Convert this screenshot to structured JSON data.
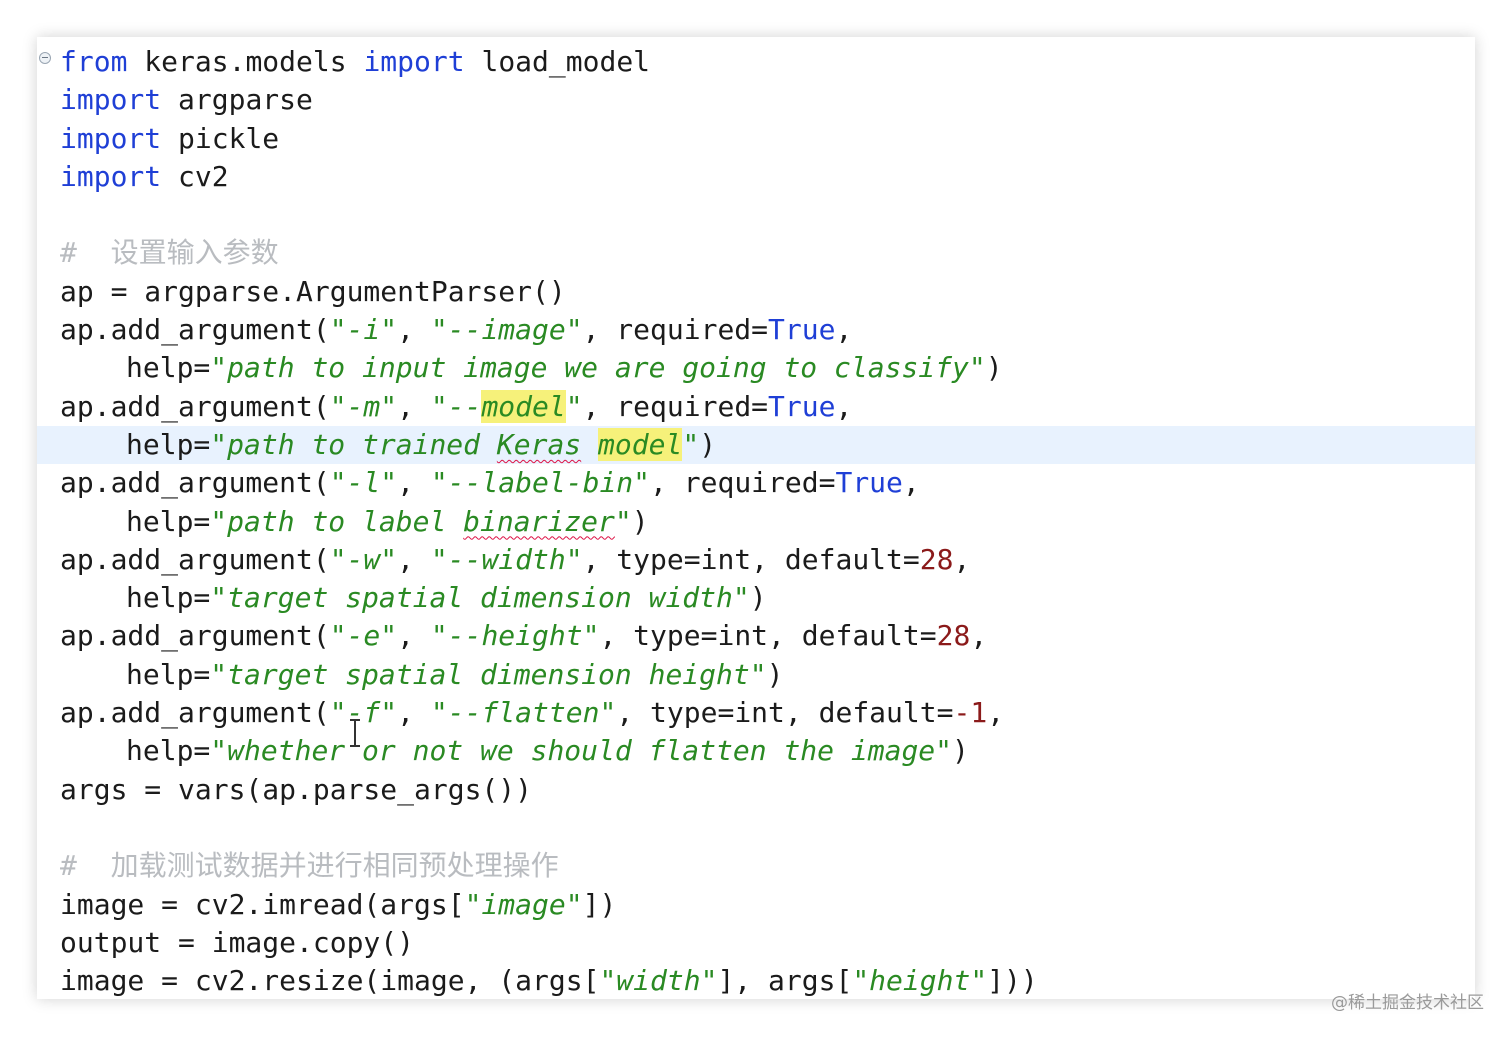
{
  "editor": {
    "language": "python",
    "current_line_index": 10,
    "lines": [
      [
        [
          "kw",
          "from"
        ],
        [
          "t",
          " keras.models "
        ],
        [
          "kw",
          "import"
        ],
        [
          "t",
          " load_model"
        ]
      ],
      [
        [
          "kw",
          "import"
        ],
        [
          "t",
          " argparse"
        ]
      ],
      [
        [
          "kw",
          "import"
        ],
        [
          "t",
          " pickle"
        ]
      ],
      [
        [
          "kw",
          "import"
        ],
        [
          "t",
          " cv2"
        ]
      ],
      [],
      [
        [
          "cmt",
          "#  设置输入参数"
        ]
      ],
      [
        [
          "t",
          "ap = argparse.ArgumentParser()"
        ]
      ],
      [
        [
          "t",
          "ap.add_argument("
        ],
        [
          "str",
          "\"-i\""
        ],
        [
          "t",
          ", "
        ],
        [
          "str",
          "\"--image\""
        ],
        [
          "t",
          ", required="
        ],
        [
          "bool",
          "True"
        ],
        [
          "t",
          ","
        ]
      ],
      [
        [
          "ind",
          ""
        ],
        [
          "t",
          "help="
        ],
        [
          "str",
          "\"path to input image we are going to classify\""
        ],
        [
          "t",
          ")"
        ]
      ],
      [
        [
          "t",
          "ap.add_argument("
        ],
        [
          "str",
          "\"-m\""
        ],
        [
          "t",
          ", "
        ],
        [
          "str",
          "\"--"
        ],
        [
          "strhl",
          "model"
        ],
        [
          "str",
          "\""
        ],
        [
          "t",
          ", required="
        ],
        [
          "bool",
          "True"
        ],
        [
          "t",
          ","
        ]
      ],
      [
        [
          "ind",
          ""
        ],
        [
          "t",
          "help="
        ],
        [
          "str",
          "\"path to trained "
        ],
        [
          "strsq",
          "Keras"
        ],
        [
          "str",
          " "
        ],
        [
          "strhl",
          "model"
        ],
        [
          "str",
          "\""
        ],
        [
          "t",
          ")"
        ]
      ],
      [
        [
          "t",
          "ap.add_argument("
        ],
        [
          "str",
          "\"-l\""
        ],
        [
          "t",
          ", "
        ],
        [
          "str",
          "\"--label-bin\""
        ],
        [
          "t",
          ", required="
        ],
        [
          "bool",
          "True"
        ],
        [
          "t",
          ","
        ]
      ],
      [
        [
          "ind",
          ""
        ],
        [
          "t",
          "help="
        ],
        [
          "str",
          "\"path to label "
        ],
        [
          "strsq",
          "binarizer"
        ],
        [
          "str",
          "\""
        ],
        [
          "t",
          ")"
        ]
      ],
      [
        [
          "t",
          "ap.add_argument("
        ],
        [
          "str",
          "\"-w\""
        ],
        [
          "t",
          ", "
        ],
        [
          "str",
          "\"--width\""
        ],
        [
          "t",
          ", type=int, default="
        ],
        [
          "num",
          "28"
        ],
        [
          "t",
          ","
        ]
      ],
      [
        [
          "ind",
          ""
        ],
        [
          "t",
          "help="
        ],
        [
          "str",
          "\"target spatial dimension width\""
        ],
        [
          "t",
          ")"
        ]
      ],
      [
        [
          "t",
          "ap.add_argument("
        ],
        [
          "str",
          "\"-e\""
        ],
        [
          "t",
          ", "
        ],
        [
          "str",
          "\"--height\""
        ],
        [
          "t",
          ", type=int, default="
        ],
        [
          "num",
          "28"
        ],
        [
          "t",
          ","
        ]
      ],
      [
        [
          "ind",
          ""
        ],
        [
          "t",
          "help="
        ],
        [
          "str",
          "\"target spatial dimension height\""
        ],
        [
          "t",
          ")"
        ]
      ],
      [
        [
          "t",
          "ap.add_argument("
        ],
        [
          "str",
          "\"-f\""
        ],
        [
          "t",
          ", "
        ],
        [
          "str",
          "\"--flatten\""
        ],
        [
          "t",
          ", type=int, default="
        ],
        [
          "num",
          "-1"
        ],
        [
          "t",
          ","
        ]
      ],
      [
        [
          "ind",
          ""
        ],
        [
          "t",
          "help="
        ],
        [
          "str",
          "\"whether or not we should flatten the image\""
        ],
        [
          "t",
          ")"
        ]
      ],
      [
        [
          "t",
          "args = vars(ap.parse_args())"
        ]
      ],
      [],
      [
        [
          "cmt",
          "#  加载测试数据并进行相同预处理操作"
        ]
      ],
      [
        [
          "t",
          "image = cv2.imread(args["
        ],
        [
          "str",
          "\"image\""
        ],
        [
          "t",
          "])"
        ]
      ],
      [
        [
          "t",
          "output = image.copy()"
        ]
      ],
      [
        [
          "t",
          "image = cv2.resize(image, (args["
        ],
        [
          "str",
          "\"width\""
        ],
        [
          "t",
          "], args["
        ],
        [
          "str",
          "\"height\""
        ],
        [
          "t",
          "]))"
        ]
      ]
    ]
  },
  "watermark": "@稀土掘金技术社区",
  "colors": {
    "keyword": "#1f3fd6",
    "string": "#2a8a23",
    "number": "#8b1a1a",
    "comment": "#b9bcc0",
    "highlight": "#f6f17a",
    "current_line": "#e8f2fe"
  }
}
